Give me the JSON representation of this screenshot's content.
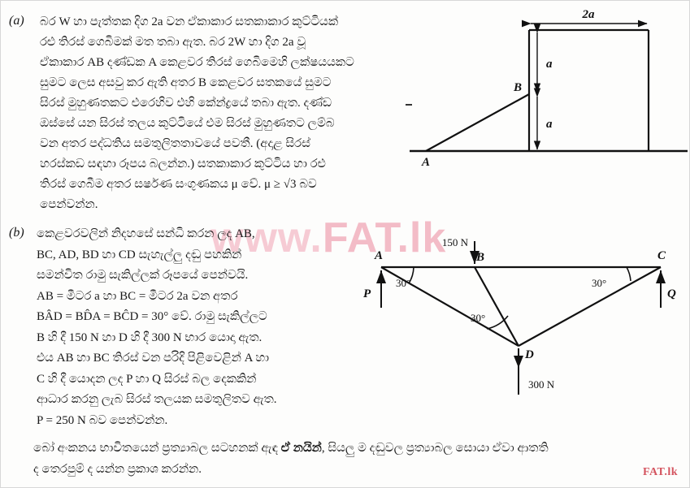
{
  "document": {
    "watermark_main": "www.FAT.lk",
    "watermark_main_prefix": "www.",
    "watermark_main_domain": "FAT.lk",
    "watermark_corner": "FAT.lk",
    "watermark_color": "#f6c9d2",
    "watermark_corner_color": "#d4545f"
  },
  "part_a": {
    "label": "(a)",
    "lines": [
      "බර W හා පැත්තක දිග 2a වන ඒකාකාර සතකාකාර කුට්ටියක්",
      "රළු තිරස් ගෙබිමක් මත තබා ඇත. බර 2W හා දිග 2a වූ",
      "ඒකාකාර AB දණ්ඩක A කෙළවර තිරස් ගෙබිමෙහි ලක්ෂයයකට",
      "සුමට ලෙස අසවු කර ඇති අතර B කෙළවර සතකයේ සුමට",
      "සිරස් මුහුණතකට එරෙහිව එහි කේන්ද්‍රයේ තබා ඇත. දණ්ඩ",
      "ඔස්සේ යන සිරස් තලය කුට්ටියේ එම සිරස් මුහුණතට ලම්බ",
      "වන අතර පද්ධතිය සමතුලිතතාවයේ පවතී. (අදාළ සිරස්",
      "හරස්කඩ සඳහා රූපය බලන්න.) සතකාකාර කුට්ටිය හා රළු",
      "තිරස් ගෙබීම අතර සර්ෂණ සංගුණකය μ වේ. μ ≥ √3 බව",
      "පෙන්වන්න."
    ]
  },
  "part_b": {
    "label": "(b)",
    "lines": [
      "කෙළවරවලින් නිදහසේ සන්ධි කරන ලද AB,",
      "BC, AD, BD හා CD සැහැල්ලු දඬු පහකින්",
      "සමන්විත රාමු සැකිල්ලක් රූපයේ පෙන්වයි.",
      "AB = මීටර a හා BC = මීටර 2a වන අතර",
      "BÂD = BD̂A = BĈD = 30° වේ. රාමු සැකිල්ලට",
      "B හි දී 150 N හා D හි දී 300 N භාර යොදා ඇත.",
      "එය AB හා BC තිරස් වන පරිදි පිළිවෙළින් A හා",
      "C හි දී යොදන ලද P හා Q සිරස් බල දෙකකින්",
      "ආධාර කරනු ලැබ සිරස් තලයක සමතුලිතව ඇත.",
      "P = 250 N බව පෙන්වන්න."
    ]
  },
  "footer": {
    "line1_a": "බෝ අංකනය භාවිතයෙන් ප්‍රත්‍යාබල සටහනක් ඇඳ ",
    "line1_bold": "ඒ නයින්",
    "line1_b": ", සියලු ම දඬුවල ප්‍රත්‍යාබල සොයා ඒවා ආතති",
    "line2": "ද තෙරපුම් ද යන්න ප්‍රකාශ කරන්න."
  },
  "figure_a": {
    "name": "block-and-rod-diagram",
    "labels": {
      "top_dimension": "2a",
      "upper_segment": "a",
      "lower_segment": "a",
      "point_A": "A",
      "point_B": "B"
    }
  },
  "figure_b": {
    "name": "pin-jointed-framework-diagram",
    "labels": {
      "point_A": "A",
      "point_B": "B",
      "point_C": "C",
      "point_D": "D",
      "load_B": "150 N",
      "load_D": "300 N",
      "reaction_P": "P",
      "reaction_Q": "Q",
      "angle_A": "30°",
      "angle_C": "30°",
      "angle_D": "30°"
    }
  }
}
